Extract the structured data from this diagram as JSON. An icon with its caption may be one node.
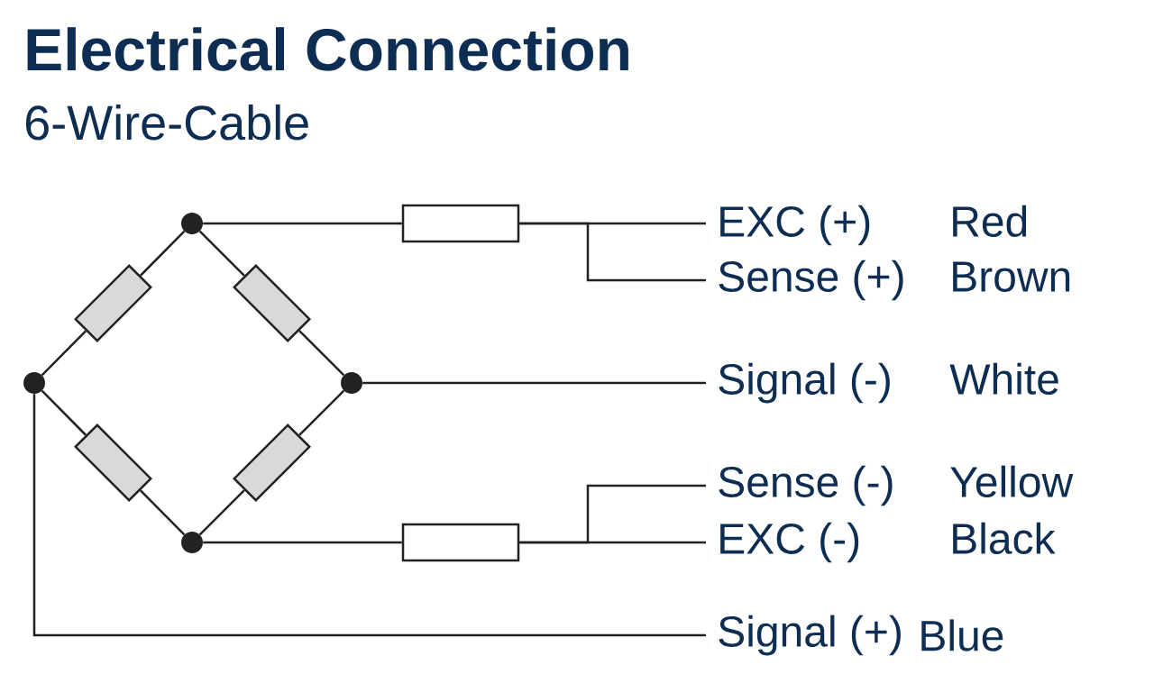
{
  "diagram": {
    "title": "Electrical Connection",
    "nodes": [
      {
        "text": [],
        "shape": "circle"
      },
      {
        "text": [],
        "shape": "circle"
      },
      {
        "text": [],
        "shape": "circle"
      },
      {
        "text": [],
        "shape": "circle"
      },
      {
        "text": [],
        "shape": "box"
      },
      {
        "text": [],
        "shape": "box"
      },
      {
        "text": [],
        "shape": "box"
      },
      {
        "text": [],
        "shape": "box"
      },
      {
        "text": [],
        "shape": "box"
      },
      {
        "text": [],
        "shape": "box"
      },
      {
        "text": [
          "EXC (+)"
        ],
        "beside": [
          "Red"
        ]
      },
      {
        "text": [
          "Sense (+)"
        ],
        "beside": [
          "Brown"
        ]
      },
      {
        "text": [
          "Signal (-)"
        ],
        "beside": [
          "White"
        ]
      },
      {
        "text": [
          "Sense (-)"
        ],
        "beside": [
          "Yellow"
        ]
      },
      {
        "text": [
          "EXC (-)"
        ],
        "beside": [
          "Black"
        ]
      },
      {
        "text": [
          "Signal (+)"
        ],
        "beside": [
          "Blue"
        ]
      }
    ],
    "edges": [
      {
        "from": 3,
        "to": 4,
        "arrow": "none"
      },
      {
        "from": 4,
        "to": 0,
        "arrow": "none"
      },
      {
        "from": 0,
        "to": 5,
        "arrow": "none"
      },
      {
        "from": 5,
        "to": 1,
        "arrow": "none"
      },
      {
        "from": 3,
        "to": 6,
        "arrow": "none"
      },
      {
        "from": 6,
        "to": 2,
        "arrow": "none"
      },
      {
        "from": 1,
        "to": 7,
        "arrow": "none"
      },
      {
        "from": 7,
        "to": 2,
        "arrow": "none"
      },
      {
        "from": 0,
        "to": 8,
        "arrow": "none"
      },
      {
        "from": 8,
        "to": 10,
        "arrow": "none"
      },
      {
        "from": 8,
        "to": 11,
        "arrow": "none"
      },
      {
        "from": 1,
        "to": 12,
        "arrow": "none"
      },
      {
        "from": 2,
        "to": 9,
        "arrow": "none"
      },
      {
        "from": 9,
        "to": 13,
        "arrow": "none"
      },
      {
        "from": 9,
        "to": 14,
        "arrow": "none"
      },
      {
        "from": 3,
        "to": 15,
        "arrow": "none"
      }
    ],
    "labels": [
      "6-Wire-Cable"
    ]
  }
}
